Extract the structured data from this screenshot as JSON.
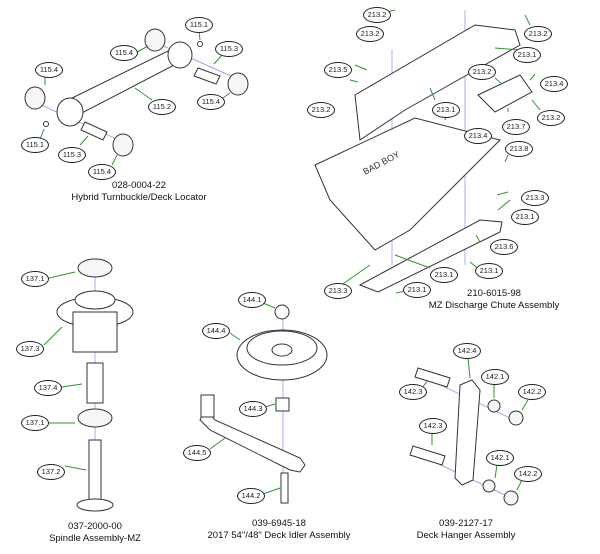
{
  "colors": {
    "leader": "#2a9a2a",
    "axis": "#8a8af0",
    "outline": "#333333"
  },
  "assemblies": [
    {
      "part_number": "028-0004-22",
      "title": "Hybrid Turnbuckle/Deck Locator",
      "callouts": [
        "115.1",
        "115.4",
        "115.3",
        "115.2",
        "115.4",
        "115.4",
        "115.1",
        "115.3",
        "115.4"
      ]
    },
    {
      "part_number": "210-6015-98",
      "title": "MZ Discharge Chute Assembly",
      "callouts": [
        "213.2",
        "213.2",
        "213.2",
        "213.1",
        "213.5",
        "213.2",
        "213.4",
        "213.2",
        "213.1",
        "213.4",
        "213.2",
        "213.7",
        "213.8",
        "213.3",
        "213.1",
        "213.6",
        "213.1",
        "213.1",
        "213.3",
        "213.1"
      ],
      "logo_text": "BAD BOY"
    },
    {
      "part_number": "037-2000-00",
      "title": "Spindle Assembly-MZ",
      "callouts": [
        "137.1",
        "137.3",
        "137.4",
        "137.1",
        "137.2"
      ]
    },
    {
      "part_number": "039-6945-18",
      "title": "2017 54\"/48\" Deck Idler Assembly",
      "callouts": [
        "144.1",
        "144.4",
        "144.3",
        "144.5",
        "144.2"
      ]
    },
    {
      "part_number": "039-2127-17",
      "title": "Deck Hanger Assembly",
      "callouts": [
        "142.4",
        "142.3",
        "142.1",
        "142.2",
        "142.3",
        "142.1",
        "142.2"
      ]
    }
  ]
}
